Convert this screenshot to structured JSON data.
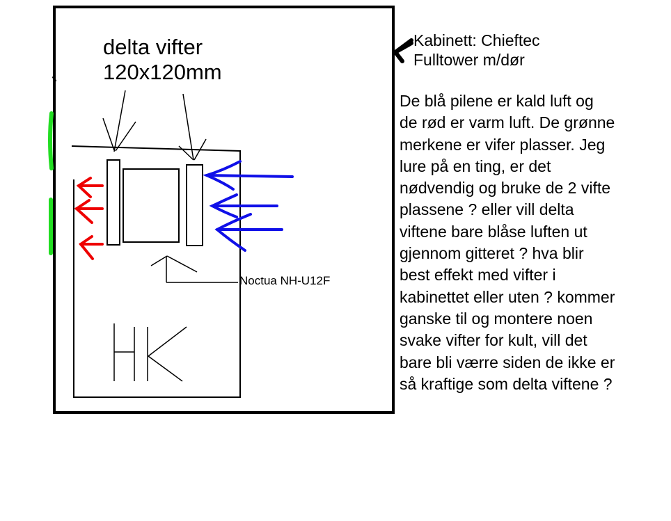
{
  "labels": {
    "fans_title": [
      "delta vifter",
      "120x120mm"
    ],
    "cabinet": [
      "Kabinett: Chieftec",
      "Fulltower m/dør"
    ],
    "cooler": "Noctua NH-U12F",
    "case_mark": "HK"
  },
  "question_lines": [
    "De blå pilene er kald luft og",
    "de rød er varm luft. De grønne",
    "merkene er vifer plasser. Jeg",
    "lure på en ting, er det",
    "nødvendig og bruke de 2 vifte",
    "plassene ? eller vill delta",
    "viftene bare blåse luften ut",
    "gjennom gitteret ? hva blir",
    "best effekt med vifter i",
    "kabinettet eller uten ? kommer",
    "ganske til og montere noen",
    "svake vifter for kult, vill det",
    "bare bli værre siden de ikke er",
    "så kraftige som delta viftene ?"
  ],
  "colors": {
    "ink": "#000000",
    "cold_air": "#1010e8",
    "hot_air": "#ee0000",
    "fan_slot": "#22dd22"
  }
}
